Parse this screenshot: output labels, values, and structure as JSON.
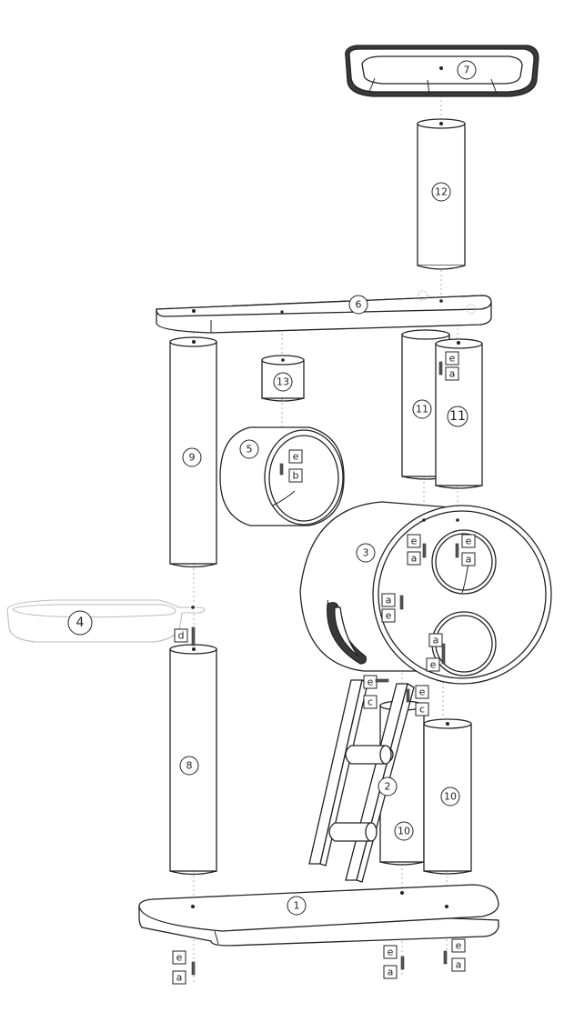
{
  "labels": {
    "p1": "1",
    "p2": "2",
    "p3": "3",
    "p4": "4",
    "p5": "5",
    "p6": "6",
    "p7": "7",
    "p8": "8",
    "p9": "9",
    "p10a": "10",
    "p10b": "10",
    "p11a": "11",
    "p11b": "11",
    "p12": "12",
    "p13": "13"
  },
  "tags": {
    "a": "a",
    "b": "b",
    "c": "c",
    "d": "d",
    "e": "e"
  },
  "colors": {
    "line": "#222222",
    "screw": "#555555"
  }
}
